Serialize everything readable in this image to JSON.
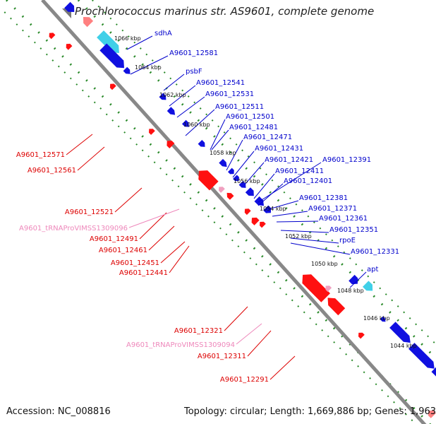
{
  "title": "Prochlorococcus marinus str. AS9601, complete genome",
  "footer": {
    "accession": "Accession: NC_008816",
    "summary": "Topology: circular; Length: 1,669,886 bp; Genes: 1,963"
  },
  "colors": {
    "backbone": "#888888",
    "tick": "#2a8a2a",
    "forward_gene": "#1010e0",
    "forward_highlight": "#40d0e8",
    "reverse_gene": "#ff1010",
    "reverse_highlight": "#ff8080",
    "rna": "#f0a0c0",
    "forward_label": "#0000cc",
    "reverse_label": "#dd0000",
    "rna_label": "#ee88bb"
  },
  "kbp_ticks": [
    "1066 kbp",
    "1064 kbp",
    "1062 kbp",
    "1060 kbp",
    "1058 kbp",
    "1056 kbp",
    "1054 kbp",
    "1052 kbp",
    "1050 kbp",
    "1048 kbp",
    "1046 kbp",
    "1044 kbp"
  ],
  "forward_genes": [
    "sdhA",
    "A9601_12581",
    "psbF",
    "A9601_12541",
    "A9601_12531",
    "A9601_12511",
    "A9601_12501",
    "A9601_12481",
    "A9601_12471",
    "A9601_12431",
    "A9601_12421",
    "A9601_12411",
    "A9601_12401",
    "A9601_12391",
    "A9601_12381",
    "A9601_12371",
    "A9601_12361",
    "A9601_12351",
    "rpoE",
    "A9601_12331",
    "apt"
  ],
  "reverse_genes": [
    "A9601_12571",
    "A9601_12561",
    "A9601_12521",
    "A9601_12491",
    "A9601_12461",
    "A9601_12451",
    "A9601_12441",
    "A9601_12321",
    "A9601_12311",
    "A9601_12291"
  ],
  "rna_genes": [
    "A9601_tRNAProVIMSS1309096",
    "A9601_tRNAProVIMSS1309094"
  ]
}
